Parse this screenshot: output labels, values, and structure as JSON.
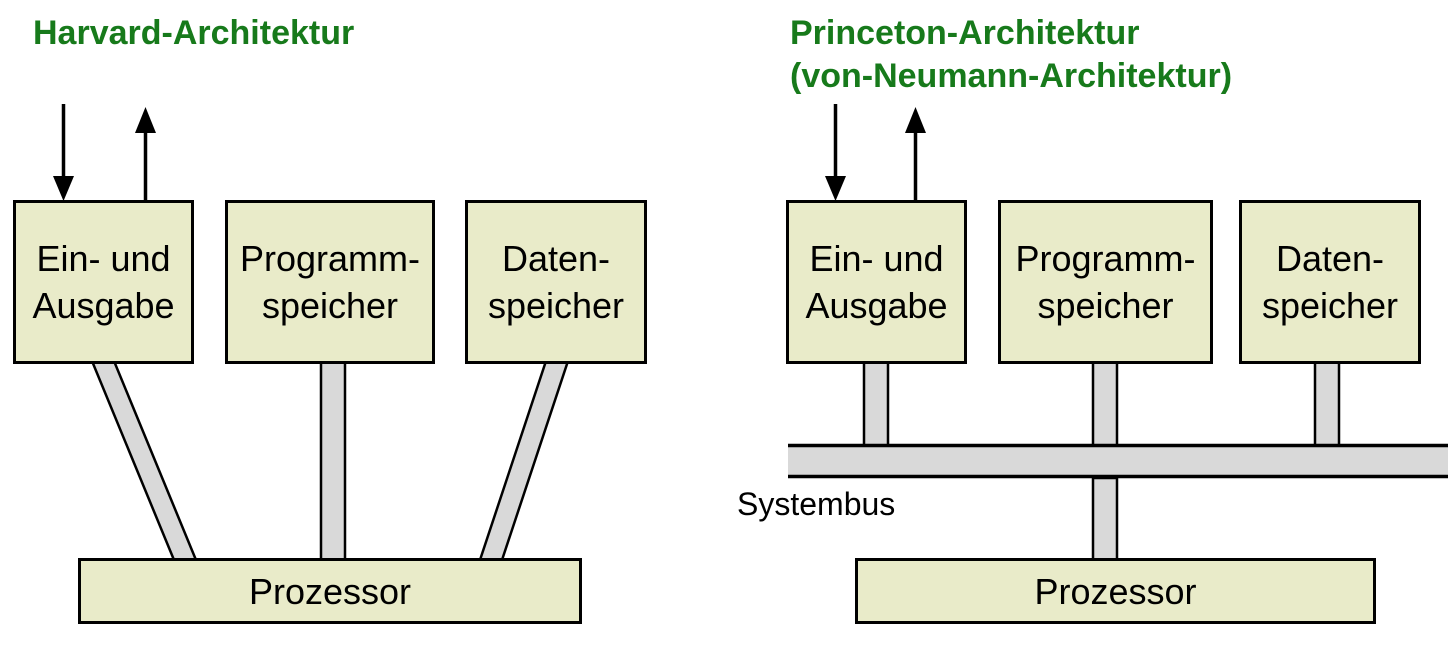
{
  "colors": {
    "page_bg": "#ffffff",
    "title_green": "#177a1b",
    "box_fill": "#e9ebc9",
    "connector_fill": "#d9d9d9",
    "outline": "#000000",
    "text": "#000000"
  },
  "left_panel": {
    "title": "Harvard-Architektur",
    "io_arrows": [
      "input-down-arrow",
      "output-up-arrow"
    ],
    "boxes": {
      "io": {
        "line1": "Ein- und",
        "line2": "Ausgabe"
      },
      "program": {
        "line1": "Programm-",
        "line2": "speicher"
      },
      "data": {
        "line1": "Daten-",
        "line2": "speicher"
      },
      "processor": {
        "label": "Prozessor"
      }
    }
  },
  "right_panel": {
    "title_line1": "Princeton-Architektur",
    "title_line2": "(von-Neumann-Architektur)",
    "io_arrows": [
      "input-down-arrow",
      "output-up-arrow"
    ],
    "bus_label": "Systembus",
    "boxes": {
      "io": {
        "line1": "Ein- und",
        "line2": "Ausgabe"
      },
      "program": {
        "line1": "Programm-",
        "line2": "speicher"
      },
      "data": {
        "line1": "Daten-",
        "line2": "speicher"
      },
      "processor": {
        "label": "Prozessor"
      }
    }
  }
}
